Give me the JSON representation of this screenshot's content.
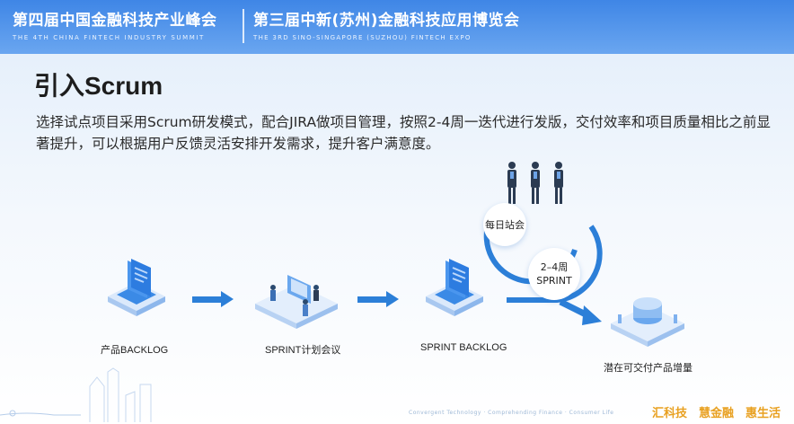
{
  "banner": {
    "title_left": "第四届中国金融科技产业峰会",
    "subtitle_left": "THE 4TH CHINA FINTECH INDUSTRY SUMMIT",
    "title_right": "第三届中新(苏州)金融科技应用博览会",
    "subtitle_right": "THE 3RD SINO-SINGAPORE (SUZHOU) FINTECH EXPO"
  },
  "slide": {
    "title": "引入Scrum",
    "description": "选择试点项目采用Scrum研发模式，配合JIRA做项目管理，按照2-4周一迭代进行发版，交付效率和项目质量相比之前显著提升，可以根据用户反馈灵活安排开发需求，提升客户满意度。"
  },
  "flow": {
    "step1": "产品BACKLOG",
    "step2": "SPRINT计划会议",
    "step3": "SPRINT BACKLOG",
    "step4": "潜在可交付产品增量",
    "daily": "每日站会",
    "sprint_period": "2–4周",
    "sprint": "SPRINT"
  },
  "footer": {
    "links": "Convergent Technology · Comprehending Finance · Consumer Life",
    "brand1": "汇科技",
    "brand2": "慧金融",
    "brand3": "惠生活"
  },
  "colors": {
    "accent": "#2c7fd8",
    "banner": "#4a8fe8"
  }
}
